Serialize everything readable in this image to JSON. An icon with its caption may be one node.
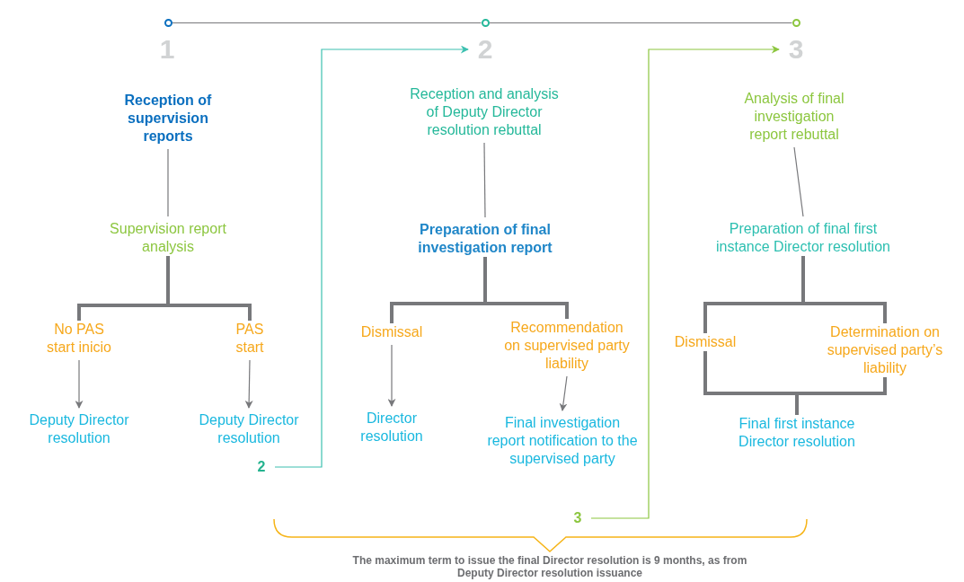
{
  "diagram": {
    "caption": "The maximum term to issue the final Director resolution is 9 months, as from Deputy Director resolution issuance",
    "nodes": [
      {
        "text": [],
        "shape": "circle"
      },
      {
        "text": [],
        "shape": "circle"
      },
      {
        "text": [],
        "shape": "circle"
      },
      {
        "text": [
          "1"
        ]
      },
      {
        "text": [
          "2"
        ]
      },
      {
        "text": [
          "3"
        ]
      },
      {
        "text": [
          "Reception of supervision reports"
        ]
      },
      {
        "text": [
          "Supervision report analysis"
        ]
      },
      {
        "text": [
          "No PAS start inicio"
        ]
      },
      {
        "text": [
          "PAS start"
        ]
      },
      {
        "text": [
          "Deputy Director resolution"
        ]
      },
      {
        "text": [
          "Deputy Director resolution"
        ]
      },
      {
        "text": [
          "2"
        ]
      },
      {
        "text": [
          "Reception and analysis of Deputy Director resolution rebuttal"
        ]
      },
      {
        "text": [
          "Preparation of final investigation report"
        ]
      },
      {
        "text": [
          "Dismissal"
        ]
      },
      {
        "text": [
          "Recommendation on supervised party liability"
        ]
      },
      {
        "text": [
          "Director resolution"
        ]
      },
      {
        "text": [
          "Final investigation report notification to the supervised party"
        ]
      },
      {
        "text": [
          "3"
        ]
      },
      {
        "text": [
          "Analysis of final investigation report rebuttal"
        ]
      },
      {
        "text": [
          "Preparation of final first instance Director resolution"
        ]
      },
      {
        "text": [
          "Dismissal"
        ]
      },
      {
        "text": [
          "Determination on supervised party’s liability"
        ]
      },
      {
        "text": [
          "Final first instance Director resolution"
        ]
      }
    ],
    "edges": [
      {
        "from": 0,
        "to": 1,
        "arrow": "none"
      },
      {
        "from": 1,
        "to": 2,
        "arrow": "none"
      },
      {
        "from": 6,
        "to": 7,
        "arrow": "none"
      },
      {
        "from": 7,
        "to": 8,
        "arrow": "none",
        "style": "thick"
      },
      {
        "from": 7,
        "to": 9,
        "arrow": "none",
        "style": "thick"
      },
      {
        "from": 8,
        "to": 10,
        "arrow": "to"
      },
      {
        "from": 9,
        "to": 11,
        "arrow": "to"
      },
      {
        "from": 12,
        "to": 4,
        "arrow": "to",
        "color": "#3cc0b0"
      },
      {
        "from": 13,
        "to": 14,
        "arrow": "none"
      },
      {
        "from": 14,
        "to": 15,
        "arrow": "none",
        "style": "thick"
      },
      {
        "from": 14,
        "to": 16,
        "arrow": "none",
        "style": "thick"
      },
      {
        "from": 15,
        "to": 17,
        "arrow": "to"
      },
      {
        "from": 16,
        "to": 18,
        "arrow": "to"
      },
      {
        "from": 19,
        "to": 5,
        "arrow": "to",
        "color": "#8cc63f"
      },
      {
        "from": 20,
        "to": 21,
        "arrow": "none"
      },
      {
        "from": 21,
        "to": 22,
        "arrow": "none",
        "style": "thick"
      },
      {
        "from": 21,
        "to": 23,
        "arrow": "none",
        "style": "thick"
      },
      {
        "from": 22,
        "to": 24,
        "arrow": "none",
        "style": "thick"
      },
      {
        "from": 23,
        "to": 24,
        "arrow": "none",
        "style": "thick"
      }
    ]
  }
}
